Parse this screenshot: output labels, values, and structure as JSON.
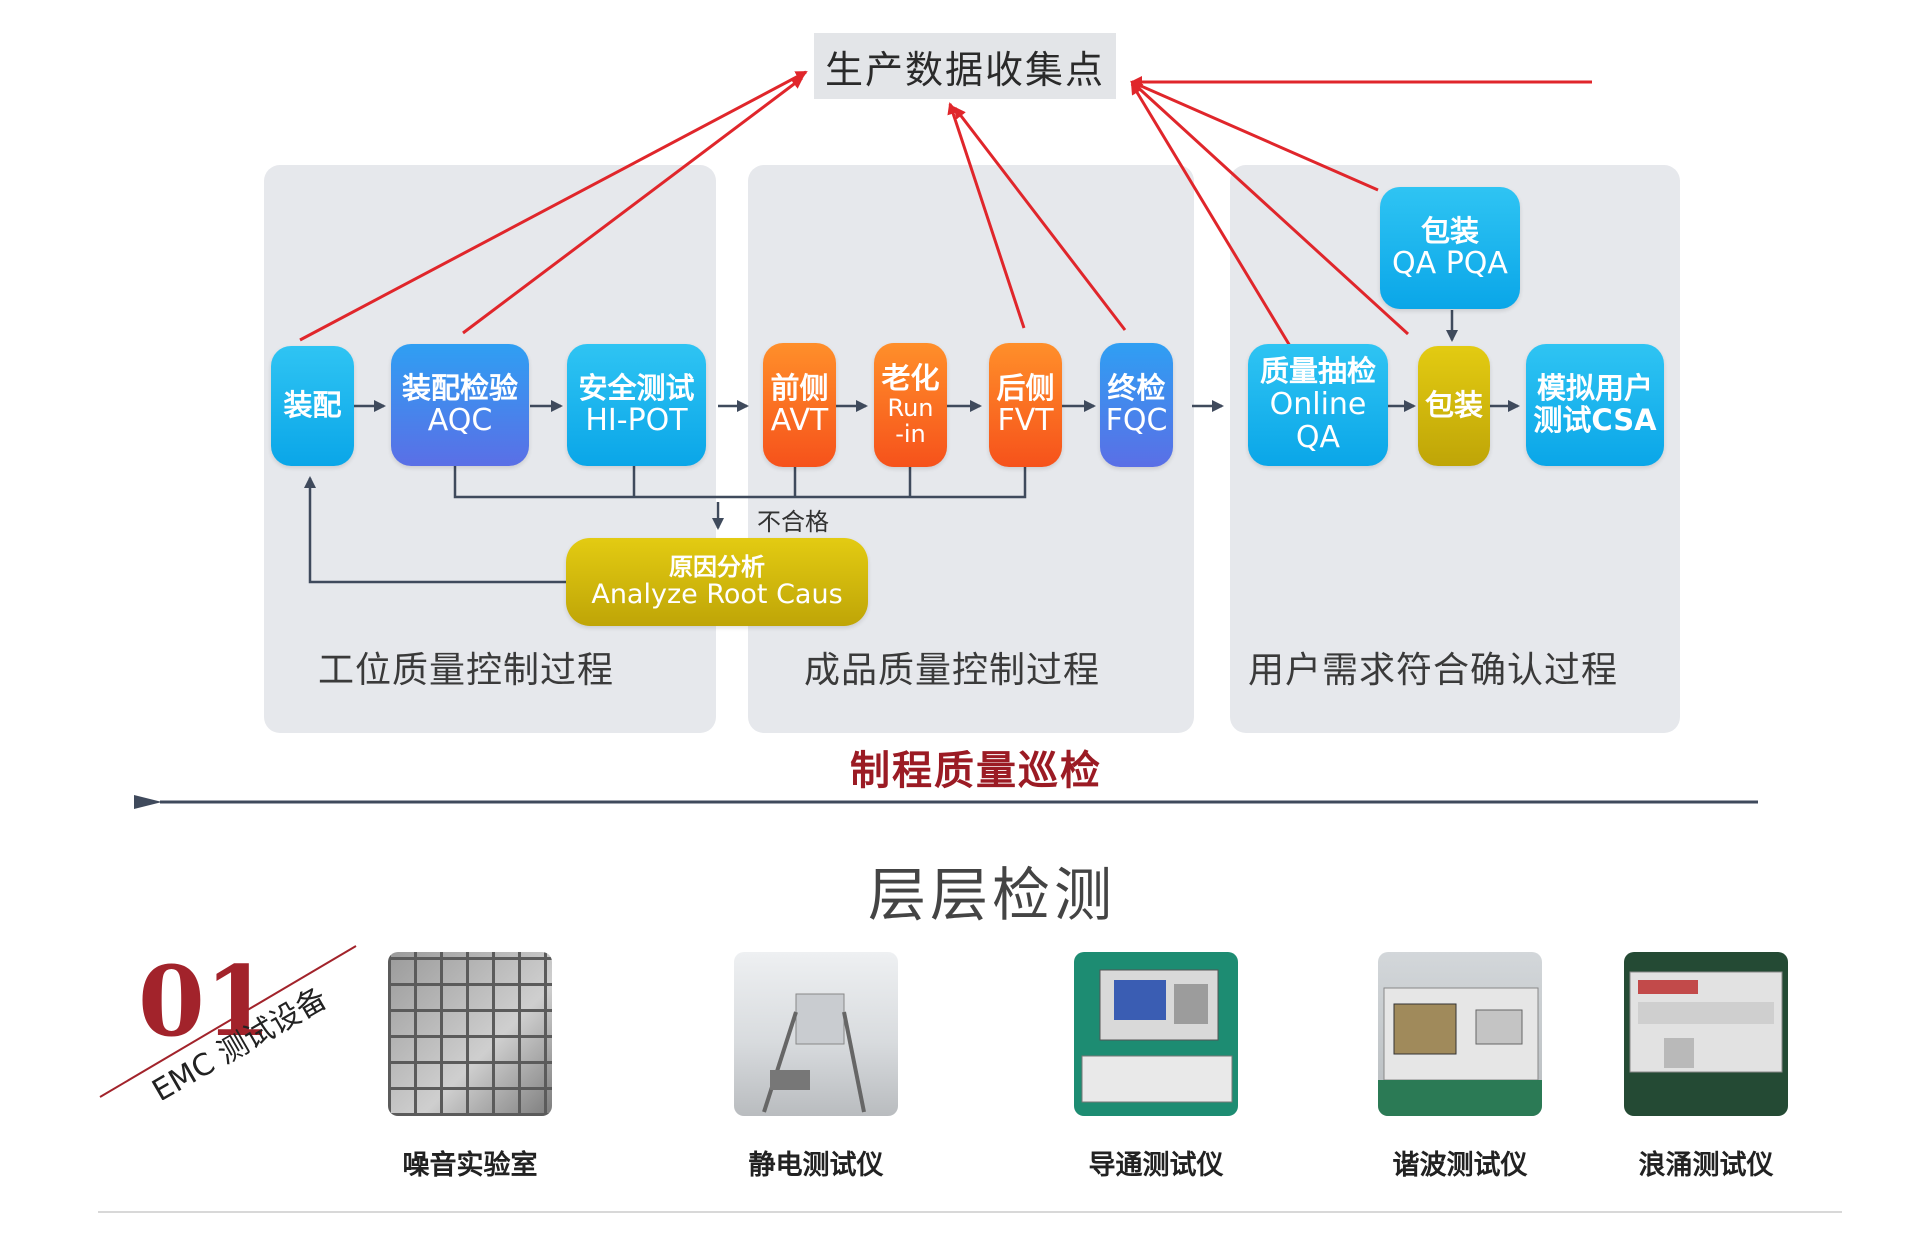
{
  "collector": "生产数据收集点",
  "panels": [
    {
      "title": "工位质量控制过程"
    },
    {
      "title": "成品质量控制过程"
    },
    {
      "title": "用户需求符合确认过程"
    }
  ],
  "steps": {
    "assembly": "装配",
    "aqc_zh": "装配检验",
    "aqc_en": "AQC",
    "hipot_zh": "安全测试",
    "hipot_en": "HI-POT",
    "avt_zh": "前侧",
    "avt_en": "AVT",
    "runin_zh": "老化",
    "runin_en1": "Run",
    "runin_en2": "-in",
    "fvt_zh": "后侧",
    "fvt_en": "FVT",
    "fqc_zh": "终检",
    "fqc_en": "FQC",
    "oqa_zh": "质量抽检",
    "oqa_en1": "Online",
    "oqa_en2": "QA",
    "pqa_zh": "包装",
    "pqa_en": "QA PQA",
    "pack": "包装",
    "csa_zh": "模拟用户",
    "csa_en": "测试CSA",
    "rootcause_zh": "原因分析",
    "rootcause_en": "Analyze Root Caus"
  },
  "fail_label": "不合格",
  "patrol_label": "制程质量巡检",
  "layers_title": "层层检测",
  "badge": {
    "number": "01",
    "text": "EMC 测试设备"
  },
  "equipment": [
    {
      "label": "噪音实验室",
      "icon": "anechoic-chamber-photo"
    },
    {
      "label": "静电测试仪",
      "icon": "esd-tester-photo"
    },
    {
      "label": "导通测试仪",
      "icon": "conduction-tester-photo"
    },
    {
      "label": "谐波测试仪",
      "icon": "harmonic-tester-photo"
    },
    {
      "label": "浪涌测试仪",
      "icon": "surge-tester-photo"
    }
  ],
  "colors": {
    "red_arrow": "#e0262b",
    "panel_bg": "#e6e8ec",
    "patrol": "#9b1b24"
  }
}
